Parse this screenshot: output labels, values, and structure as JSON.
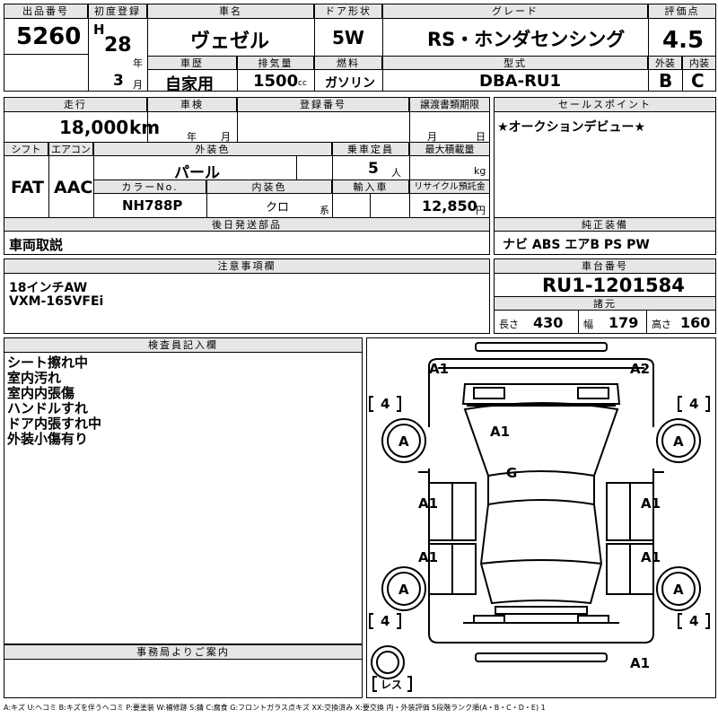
{
  "lot": {
    "label": "出品番号",
    "value": "5260"
  },
  "first_reg": {
    "label": "初度登録",
    "era": "H",
    "year": "28",
    "year_unit": "年",
    "month": "3",
    "month_unit": "月"
  },
  "car_name": {
    "label": "車名",
    "value": "ヴェゼル"
  },
  "door": {
    "label": "ドア形状",
    "value": "5W"
  },
  "grade": {
    "label": "グレード",
    "value": "RS・ホンダセンシング"
  },
  "score": {
    "label": "評価点",
    "value": "4.5",
    "ext_label": "外装",
    "int_label": "内装",
    "ext": "B",
    "int": "C"
  },
  "history": {
    "label": "車歴",
    "value": "自家用"
  },
  "displacement": {
    "label": "排気量",
    "value": "1500",
    "unit": "cc"
  },
  "fuel": {
    "label": "燃料",
    "value": "ガソリン"
  },
  "model": {
    "label": "型式",
    "value": "DBA-RU1"
  },
  "mileage": {
    "label": "走行",
    "value": "18,000",
    "unit": "km"
  },
  "inspection": {
    "label": "車検",
    "year_unit": "年",
    "month_unit": "月"
  },
  "reg_number": {
    "label": "登録番号"
  },
  "transfer_deadline": {
    "label": "譲渡書類期限",
    "month_unit": "月",
    "day_unit": "日"
  },
  "sales_point": {
    "label": "セールスポイント",
    "text": "★オークションデビュー★"
  },
  "shift": {
    "label": "シフト",
    "value": "FAT"
  },
  "ac": {
    "label": "エアコン",
    "value": "AAC"
  },
  "ext_color": {
    "label": "外装色",
    "value": "パール"
  },
  "capacity": {
    "label": "乗車定員",
    "value": "5",
    "unit": "人"
  },
  "max_load": {
    "label": "最大積載量",
    "unit": "kg"
  },
  "color_no": {
    "label": "カラーNo.",
    "value": "NH788P"
  },
  "int_color": {
    "label": "内装色",
    "value": "クロ",
    "unit": "系"
  },
  "import": {
    "label": "輸入車"
  },
  "recycle": {
    "label": "リサイクル預託金",
    "value": "12,850",
    "unit": "円"
  },
  "later_parts": {
    "label": "後日発送部品",
    "value": "車両取説"
  },
  "equipment": {
    "label": "純正装備",
    "value": "ナビ ABS エアB PS PW"
  },
  "caution": {
    "label": "注意事項欄",
    "lines": [
      "18インチAW",
      "VXM-165VFEi"
    ]
  },
  "chassis": {
    "label": "車台番号",
    "value": "RU1-1201584"
  },
  "dims": {
    "label": "諸元",
    "length_label": "長さ",
    "length": "430",
    "width_label": "幅",
    "width": "179",
    "height_label": "高さ",
    "height": "160"
  },
  "inspector": {
    "label": "検査員記入欄",
    "lines": [
      "シート擦れ中",
      "室内汚れ",
      "室内内張傷",
      "ハンドルすれ",
      "ドア内張すれ中",
      "外装小傷有り"
    ]
  },
  "office": {
    "label": "事務局よりご案内"
  },
  "diagram": {
    "marks": [
      "A1",
      "A2",
      "A1",
      "G",
      "A1",
      "A1",
      "A1",
      "A1",
      "A1"
    ],
    "tire_grade": "A",
    "tire_depth": "4",
    "spare_label": "レス"
  },
  "legend": "A:キズ U:ヘコミ B:キズを伴うヘコミ P:要塗装 W:補修跡 S:錆 C:腐食 G:フロントガラス点キズ XX:交換済み X:要交換 内・外装評価 5段階ランク順(A・B・C・D・E) 1"
}
